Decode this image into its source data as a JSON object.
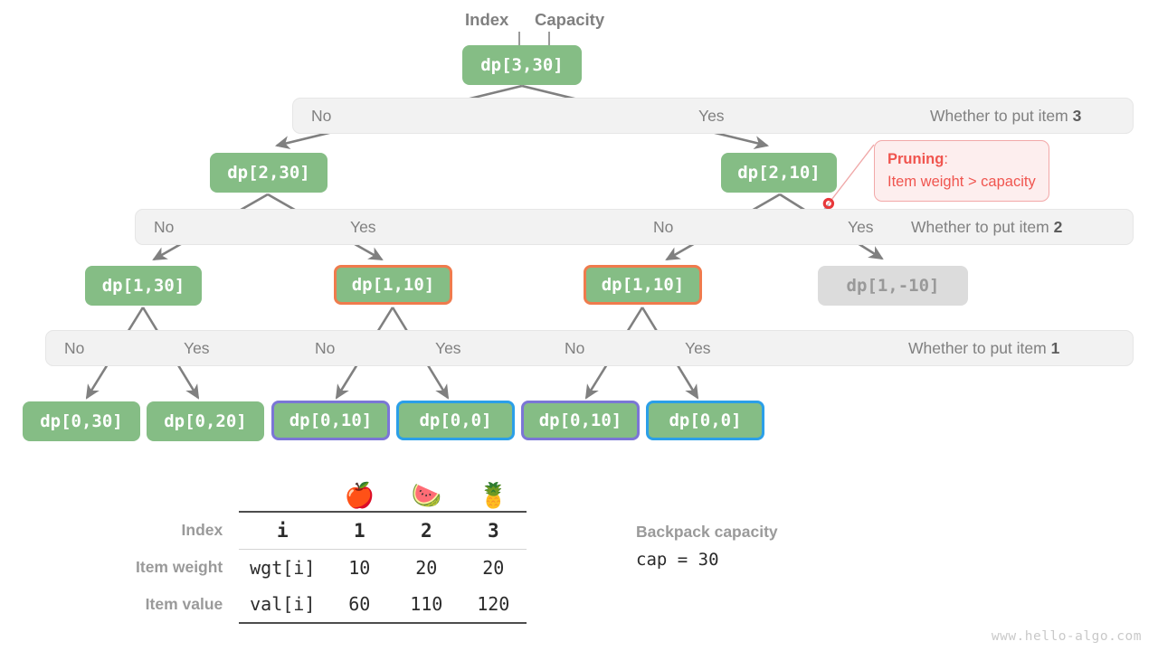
{
  "header": {
    "index_label": "Index",
    "capacity_label": "Capacity"
  },
  "tree": {
    "root": {
      "label": "dp[3,30]"
    },
    "level2": [
      {
        "label": "dp[2,30]"
      },
      {
        "label": "dp[2,10]"
      }
    ],
    "level1": [
      {
        "label": "dp[1,30]"
      },
      {
        "label": "dp[1,10]"
      },
      {
        "label": "dp[1,10]"
      },
      {
        "label": "dp[1,-10]"
      }
    ],
    "level0": [
      {
        "label": "dp[0,30]"
      },
      {
        "label": "dp[0,20]"
      },
      {
        "label": "dp[0,10]"
      },
      {
        "label": "dp[0,0]"
      },
      {
        "label": "dp[0,10]"
      },
      {
        "label": "dp[0,0]"
      }
    ]
  },
  "levels": [
    {
      "right_text_prefix": "Whether to put item ",
      "right_text_item": "3",
      "branches": [
        "No",
        "Yes"
      ]
    },
    {
      "right_text_prefix": "Whether to put item ",
      "right_text_item": "2",
      "branches": [
        "No",
        "Yes",
        "No",
        "Yes"
      ]
    },
    {
      "right_text_prefix": "Whether to put item ",
      "right_text_item": "1",
      "branches": [
        "No",
        "Yes",
        "No",
        "Yes",
        "No",
        "Yes"
      ]
    }
  ],
  "pruning": {
    "title": "Pruning",
    "colon": ":",
    "detail": "Item weight > capacity",
    "icon": "scissors-icon"
  },
  "chart_data": {
    "type": "table",
    "title": "",
    "row_labels": [
      "Index",
      "Item weight",
      "Item value"
    ],
    "keys": [
      "i",
      "wgt[i]",
      "val[i]"
    ],
    "columns": [
      "1",
      "2",
      "3"
    ],
    "icons": [
      "apple-emoji",
      "watermelon-emoji",
      "pineapple-emoji"
    ],
    "rows": [
      {
        "label": "Index",
        "key": "i",
        "values": [
          "1",
          "2",
          "3"
        ]
      },
      {
        "label": "Item weight",
        "key": "wgt[i]",
        "values": [
          "10",
          "20",
          "20"
        ]
      },
      {
        "label": "Item value",
        "key": "val[i]",
        "values": [
          "60",
          "110",
          "120"
        ]
      }
    ]
  },
  "capacity": {
    "title": "Backpack capacity",
    "value": "cap = 30"
  },
  "watermark": "www.hello-algo.com",
  "colors": {
    "node_green": "#85bd85",
    "node_gray": "#dcdcdc",
    "border_orange": "#ef7b4d",
    "border_purple": "#7b76d6",
    "border_cyan": "#2b9fe8",
    "edge_gray": "#808080",
    "bar_gray": "#f2f2f2",
    "prune_red": "#f0554f"
  }
}
